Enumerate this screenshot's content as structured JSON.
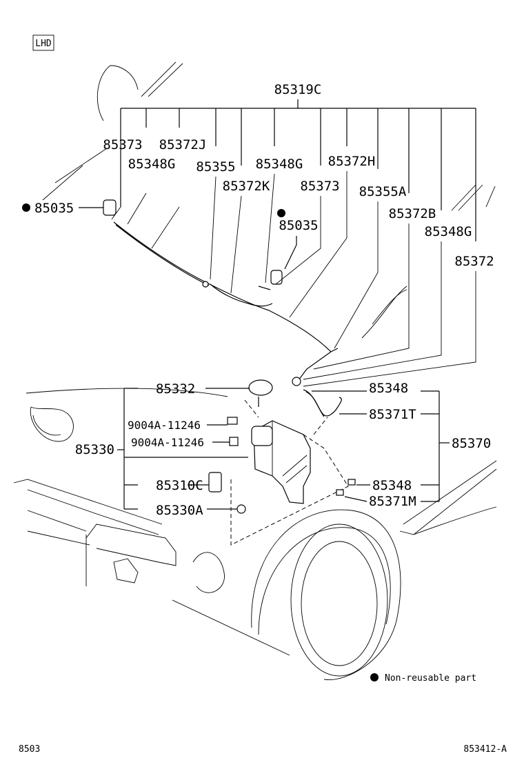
{
  "header": {
    "badge": "LHD"
  },
  "labels": {
    "p85319C": "85319C",
    "p85373_a": "85373",
    "p85372J": "85372J",
    "p85348G_a": "85348G",
    "p85355": "85355",
    "p85348G_b": "85348G",
    "p85372H": "85372H",
    "p85372K": "85372K",
    "p85373_b": "85373",
    "p85355A": "85355A",
    "p85035_a": "85035",
    "p85035_b": "85035",
    "p85372B": "85372B",
    "p85348G_c": "85348G",
    "p85372": "85372",
    "p85332": "85332",
    "p85348_a": "85348",
    "p9004A_a": "9004A-11246",
    "p85371T": "85371T",
    "p9004A_b": "9004A-11246",
    "p85330": "85330",
    "p85370": "85370",
    "p85310C": "85310C",
    "p85348_b": "85348",
    "p85330A": "85330A",
    "p85371M": "85371M"
  },
  "legend": {
    "text": "Non-reusable part"
  },
  "footer": {
    "left": "8503",
    "right": "853412-A"
  }
}
